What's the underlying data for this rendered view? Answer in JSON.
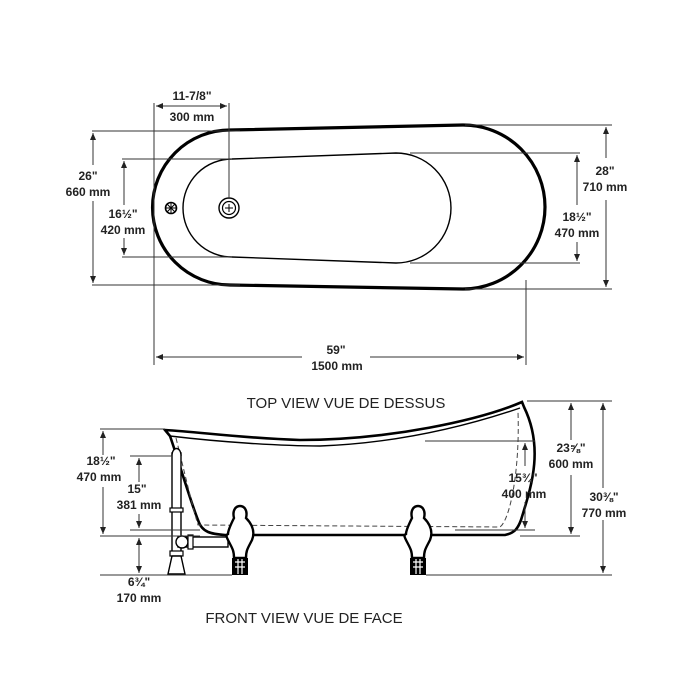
{
  "top_view": {
    "title": "TOP VIEW  VUE DE DESSUS",
    "dimensions": {
      "drain_offset": {
        "imperial": "11-7/8\"",
        "metric": "300 mm"
      },
      "outer_width_left": {
        "imperial": "26\"",
        "metric": "660 mm"
      },
      "inner_width_left": {
        "imperial": "16½\"",
        "metric": "420 mm"
      },
      "outer_width_right": {
        "imperial": "28\"",
        "metric": "710 mm"
      },
      "inner_width_right": {
        "imperial": "18½\"",
        "metric": "470 mm"
      },
      "length": {
        "imperial": "59\"",
        "metric": "1500 mm"
      }
    }
  },
  "front_view": {
    "title": "FRONT VIEW  VUE DE FACE",
    "dimensions": {
      "left_rim_height": {
        "imperial": "18½\"",
        "metric": "470 mm"
      },
      "faucet_height": {
        "imperial": "15\"",
        "metric": "381 mm"
      },
      "foot_height": {
        "imperial": "6¾\"",
        "metric": "170 mm"
      },
      "interior_depth": {
        "imperial": "15¾\"",
        "metric": "400 mm"
      },
      "right_depth": {
        "imperial": "23⅝\"",
        "metric": "600 mm"
      },
      "total_height": {
        "imperial": "30⅜\"",
        "metric": "770 mm"
      }
    }
  }
}
